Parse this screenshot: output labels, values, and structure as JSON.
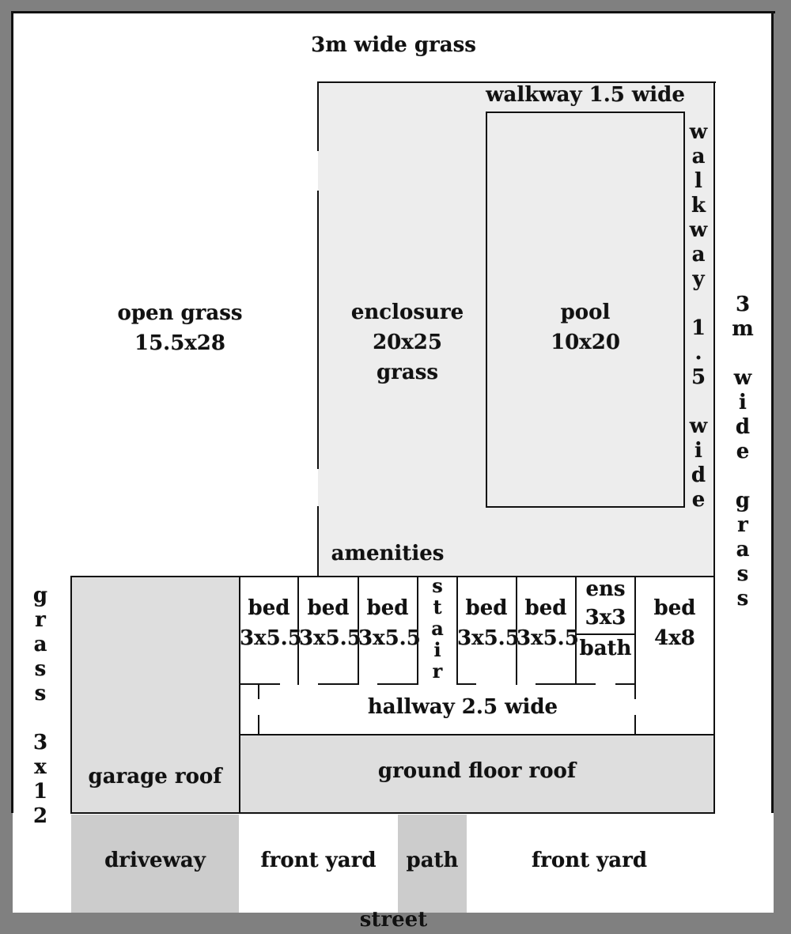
{
  "labels": {
    "top_grass": "3m wide grass",
    "walkway_top": "walkway 1.5 wide",
    "walkway_side": "walkway 1.5 wide",
    "right_grass": "3m wide grass",
    "open_grass_line1": "open grass",
    "open_grass_line2": "15.5x28",
    "enclosure_line1": "enclosure",
    "enclosure_line2": "20x25",
    "enclosure_line3": "grass",
    "pool_line1": "pool",
    "pool_line2": "10x20",
    "amenities": "amenities",
    "left_grass": "grass 3x12",
    "bed1_name": "bed",
    "bed1_size": "3x5.5",
    "bed2_name": "bed",
    "bed2_size": "3x5.5",
    "bed3_name": "bed",
    "bed3_size": "3x5.5",
    "stair": "stair",
    "bed4_name": "bed",
    "bed4_size": "3x5.5",
    "bed5_name": "bed",
    "bed5_size": "3x5.5",
    "ens_name": "ens",
    "ens_size": "3x3",
    "bath": "bath",
    "bed6_name": "bed",
    "bed6_size": "4x8",
    "hallway": "hallway 2.5 wide",
    "garage_roof": "garage roof",
    "ground_floor_roof": "ground floor roof",
    "driveway": "driveway",
    "front_yard_left": "front yard",
    "path": "path",
    "front_yard_right": "front yard",
    "street": "street"
  },
  "colors": {
    "background": "#808080",
    "lot": "#ffffff",
    "enclosure": "#ededed",
    "roof": "#dedede",
    "driveway": "#cccccc",
    "lines": "#111111"
  }
}
